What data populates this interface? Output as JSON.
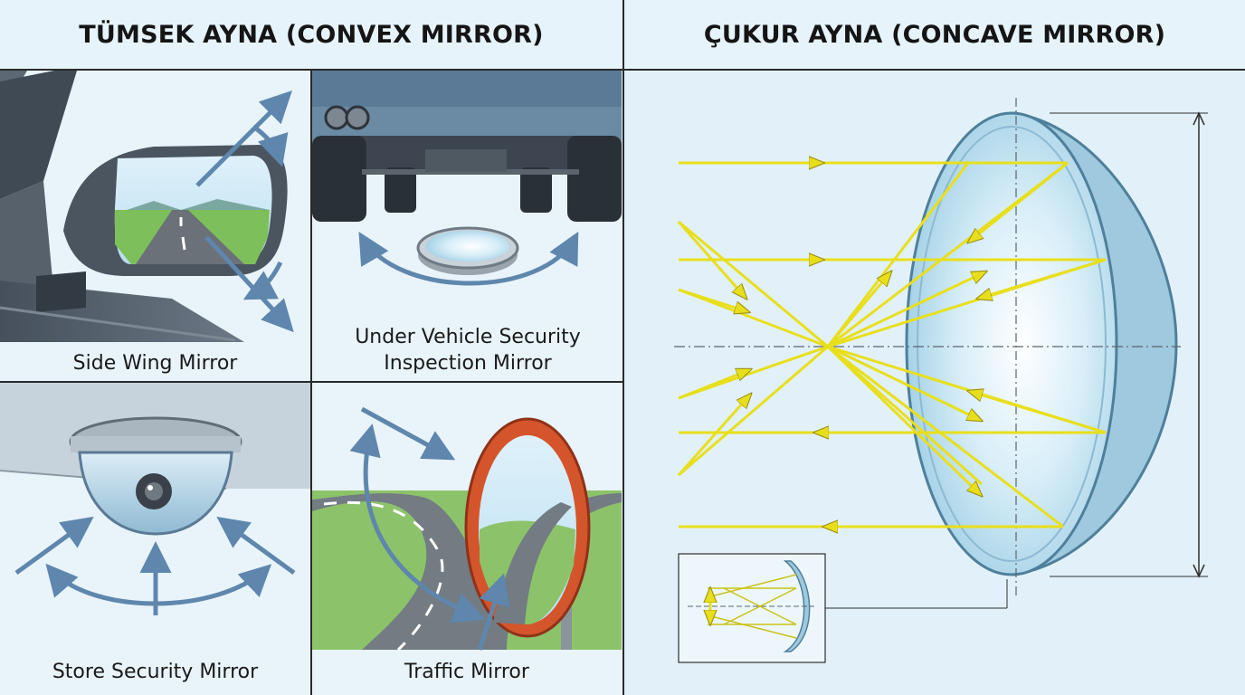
{
  "left_panel": {
    "title": "TÜMSEK AYNA (CONVEX MIRROR)",
    "tiles": [
      {
        "caption": "Side Wing Mirror"
      },
      {
        "caption": "Under Vehicle Security Inspection Mirror"
      },
      {
        "caption": "Store Security Mirror"
      },
      {
        "caption": "Traffic Mirror"
      }
    ]
  },
  "right_panel": {
    "title": "ÇUKUR AYNA (CONCAVE MIRROR)"
  },
  "colors": {
    "background": "#e6f3fa",
    "grid_line": "#2a2a2a",
    "ray": "#e8df1c",
    "arrow": "#5f86ac",
    "traffic_mirror_frame": "#d4552c",
    "mirror_glass": "#bfe0ef"
  }
}
